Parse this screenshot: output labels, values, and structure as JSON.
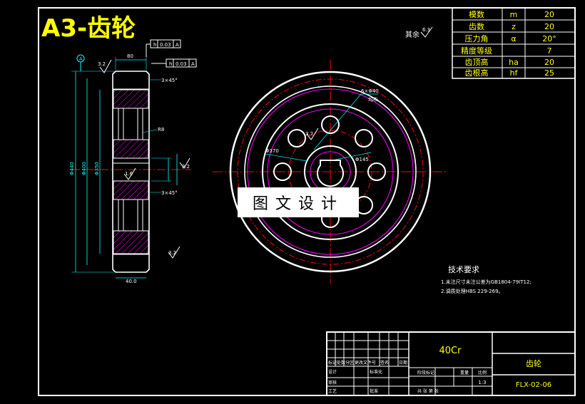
{
  "sheet_title": "A3-齿轮",
  "surface_other": "其余",
  "surface_other_value": "6.3",
  "params_table": [
    {
      "name": "模数",
      "symbol": "m",
      "value": "20"
    },
    {
      "name": "齿数",
      "symbol": "z",
      "value": "20"
    },
    {
      "name": "压力角",
      "symbol": "α",
      "value": "20°"
    },
    {
      "name": "精度等级",
      "symbol": "",
      "value": "7"
    },
    {
      "name": "齿顶高",
      "symbol": "ha",
      "value": "20"
    },
    {
      "name": "齿根高",
      "symbol": "hf",
      "value": "25"
    }
  ],
  "tolerances": {
    "tol1_sym": "h",
    "tol1_val": "0.03",
    "tol1_ref": "A",
    "tol2_sym": "h",
    "tol2_val": "0.03",
    "tol2_ref": "A",
    "datum": "A"
  },
  "dims": {
    "width_top": "80",
    "chamfer1": "3×45°",
    "chamfer2": "3×45°",
    "hub_r": "R8",
    "bottom": "40.0",
    "rough1": "3.2",
    "rough2": "1.6",
    "rough3": "3.2",
    "rough4": "3.2",
    "rough5": "3.2",
    "holes": "6×Φ40",
    "holes_note": "均布",
    "d1": "Φ370",
    "d2": "Φ145",
    "d_left1": "Φ440",
    "d_left2": "Φ400",
    "d_left3": "Φ350"
  },
  "watermark": "图文设计",
  "tech_title": "技术要求",
  "tech_items": [
    "1.未注尺寸未注公差为GB1804-79IT12;",
    "2.调质处理HBS 229-269。"
  ],
  "title_block": {
    "material": "40Cr",
    "part_name": "齿轮",
    "drawing_no": "FLX-02-06",
    "scale": "1:3",
    "hdr1": "标记",
    "hdr2": "处数",
    "hdr3": "分区",
    "hdr4": "更改文件号",
    "hdr5": "签名",
    "hdr6": "日期",
    "hdr7": "设计",
    "hdr8": "标准化",
    "hdr9": "阶段标记",
    "hdr10": "重量",
    "hdr11": "比例",
    "hdr12": "审核",
    "hdr13": "工艺",
    "hdr14": "批准",
    "sheets": "共 张  第 张"
  },
  "colors": {
    "outline": "#ffffff",
    "center": "#ff0000",
    "dim": "#00ffff",
    "hatch": "#ff00ff",
    "pitch": "#ff00ff",
    "text": "#ffffff",
    "title": "#ffff00"
  }
}
